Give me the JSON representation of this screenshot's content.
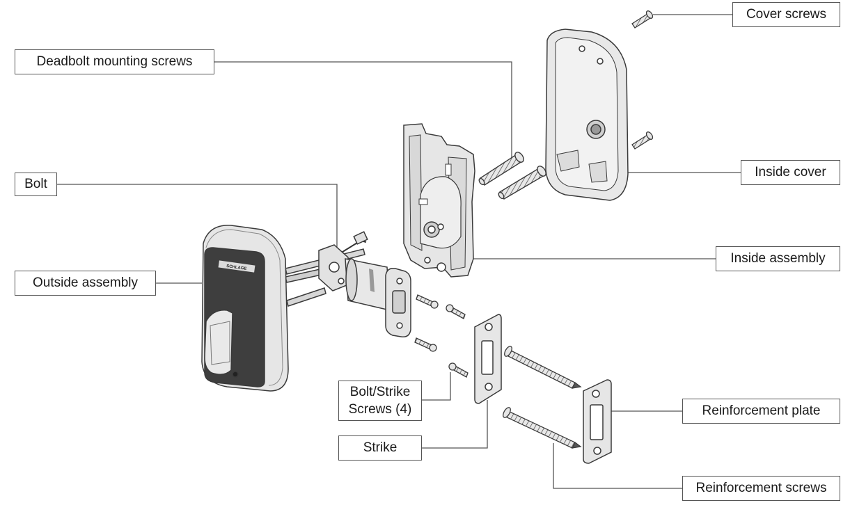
{
  "diagram": {
    "labels": {
      "cover_screws": "Cover screws",
      "deadbolt_mounting_screws": "Deadbolt mounting screws",
      "inside_cover": "Inside cover",
      "bolt": "Bolt",
      "inside_assembly": "Inside assembly",
      "outside_assembly": "Outside assembly",
      "bolt_strike_screws_line1": "Bolt/Strike",
      "bolt_strike_screws_line2": "Screws (4)",
      "strike": "Strike",
      "reinforcement_plate": "Reinforcement plate",
      "reinforcement_screws": "Reinforcement screws"
    },
    "brand_mark": "SCHLAGE",
    "colors": {
      "part_fill": "#e4e4e4",
      "part_stroke": "#3a3a3a",
      "keypad_face": "#3e3e3e",
      "leader_line": "#555555"
    }
  }
}
